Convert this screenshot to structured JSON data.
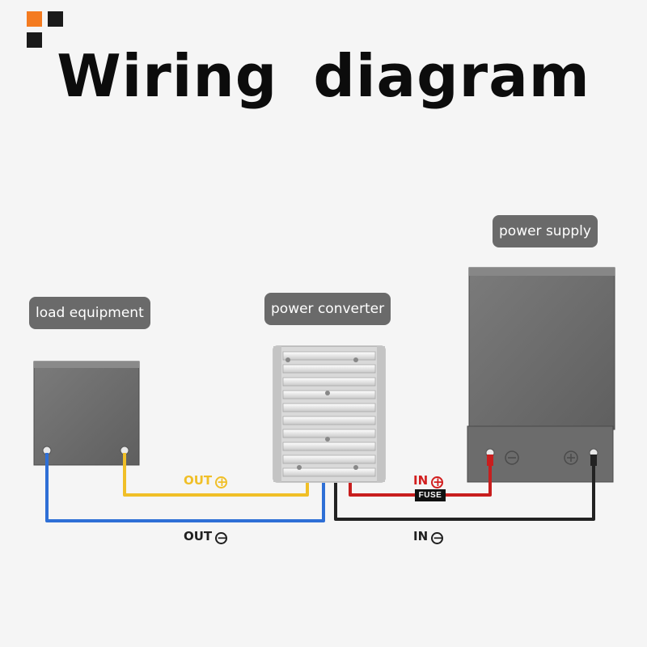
{
  "title": "Wiring diagram",
  "callouts": {
    "load_equipment": "load equipment",
    "power_converter": "power converter",
    "power_supply": "power supply"
  },
  "wire_labels": {
    "out_positive": "OUT",
    "out_negative": "OUT",
    "in_positive": "IN",
    "in_negative": "IN",
    "positive_symbol": "+",
    "negative_symbol": "−"
  },
  "fuse_label": "FUSE",
  "colors": {
    "logo_accent": "#f47b20",
    "out_positive_wire": "#f0bf27",
    "out_negative_wire": "#2e6fd6",
    "in_positive_wire": "#c81e1e",
    "in_negative_wire": "#222222",
    "callout_background": "#6a6a6a"
  },
  "icons": [
    "logo-mark",
    "positive-circle-icon",
    "negative-circle-icon"
  ]
}
